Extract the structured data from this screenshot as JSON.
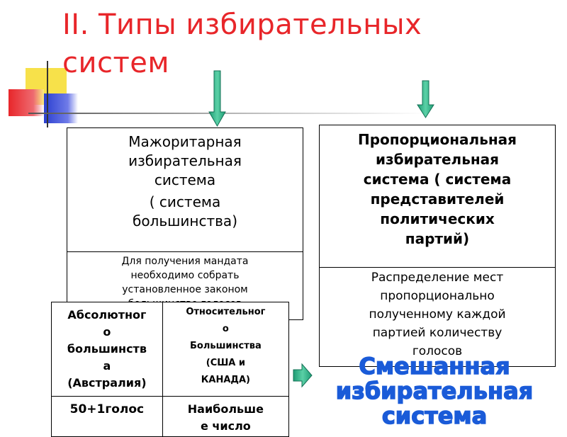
{
  "title": {
    "line1": "II. Типы избирательных",
    "line2": "систем"
  },
  "majoritarian": {
    "title_line1": "Мажоритарная",
    "title_line2": "избирательная",
    "title_line3": "система",
    "title_line4": "( система",
    "title_line5": "большинства)",
    "note_line1": "Для получения мандата",
    "note_line2": "необходимо собрать",
    "note_line3": "установленное законом",
    "note_line4": "большинство голосов"
  },
  "majoritarian_table": {
    "col1_line1": "Абсолютног",
    "col1_line2": "о",
    "col1_line3": "большинств",
    "col1_line4": "а",
    "col1_line5": "(Австралия)",
    "col2_line1": "Относительног",
    "col2_line2": "о",
    "col2_line3": "Большинства",
    "col2_line4": "(США и",
    "col2_line5": "КАНАДА)",
    "row2_col1": "50+1голос",
    "row2_col2_line1": "Наибольше",
    "row2_col2_line2": "е число"
  },
  "proportional": {
    "title_line1": "Пропорциональная",
    "title_line2": "избирательная",
    "title_line3": "система ( система",
    "title_line4": "представителей",
    "title_line5": "политических",
    "title_line6": "партий)",
    "desc_line1": "Распределение мест",
    "desc_line2": "пропорционально",
    "desc_line3": "полученному каждой",
    "desc_line4": "партией количеству",
    "desc_line5": "голосов"
  },
  "mixed": {
    "line1": "Смешанная",
    "line2": "избирательная",
    "line3": "система"
  },
  "colors": {
    "title": "#e8262a",
    "arrow_fill": "#2bb58a",
    "mixed_text": "#1a5bd8",
    "deco_yellow": "#f7e14a",
    "deco_red": "#e8262a",
    "deco_blue": "#2a3fd0"
  }
}
